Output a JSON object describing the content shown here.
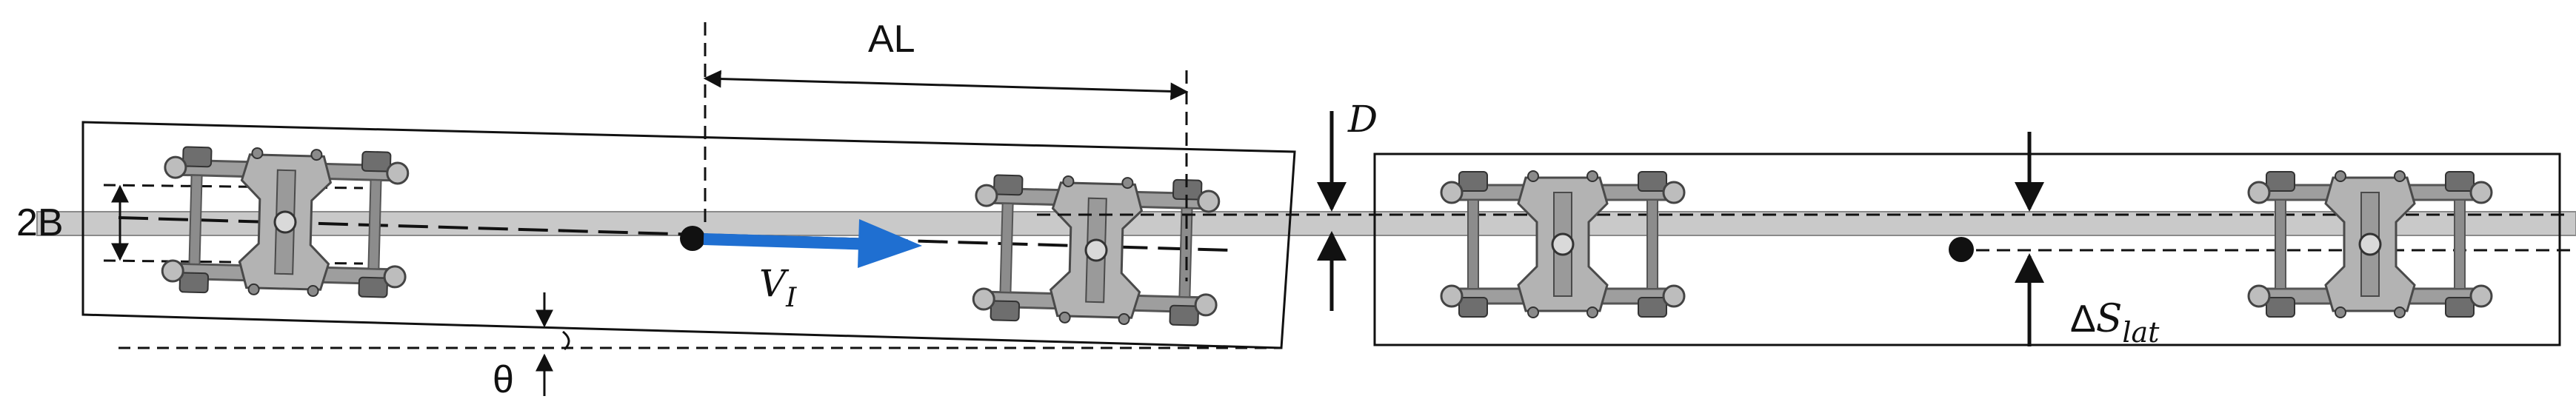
{
  "labels": {
    "al": "AL",
    "two_b": "2B",
    "d": "D",
    "theta": "θ",
    "v_main": "V",
    "v_sub": "I",
    "delta": "Δ",
    "s_main": "S",
    "s_sub": "lat"
  },
  "colors": {
    "line": "#111111",
    "rail": "#c9c9c9",
    "rail_edge": "#8a8a8a",
    "velocity_arrow": "#1f6fd1",
    "bogie_body": "#a9a9a9",
    "bogie_dark": "#555555"
  },
  "vehicles": [
    {
      "name": "left-vehicle",
      "bogies": 2
    },
    {
      "name": "right-vehicle",
      "bogies": 2
    }
  ]
}
